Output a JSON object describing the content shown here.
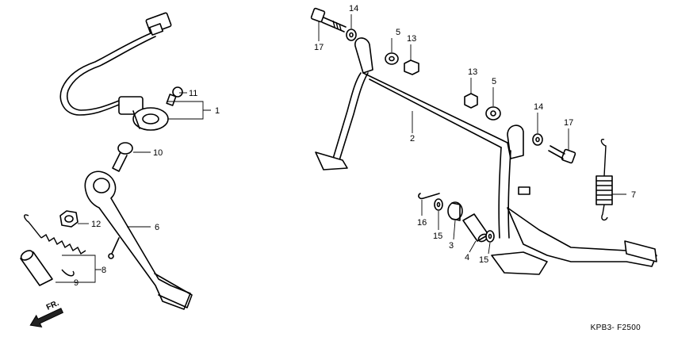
{
  "callouts": {
    "c1": "1",
    "c2": "2",
    "c3": "3",
    "c4": "4",
    "c5a": "5",
    "c5b": "5",
    "c6": "6",
    "c7": "7",
    "c8": "8",
    "c9": "9",
    "c10": "10",
    "c11": "11",
    "c12": "12",
    "c13a": "13",
    "c13b": "13",
    "c14a": "14",
    "c14b": "14",
    "c15a": "15",
    "c15b": "15",
    "c16": "16",
    "c17a": "17",
    "c17b": "17"
  },
  "direction_label": "FR.",
  "diagram_code": "KPB3- F2500"
}
